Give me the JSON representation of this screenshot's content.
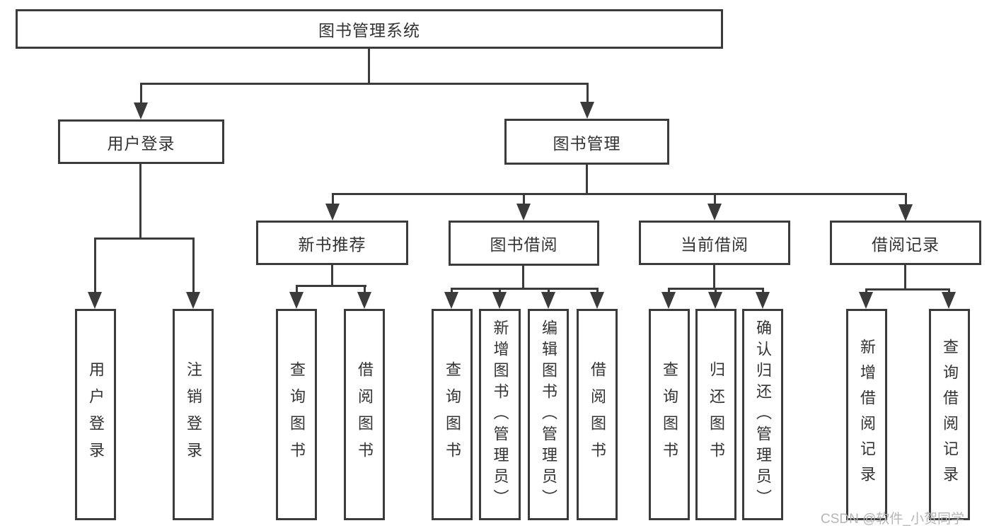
{
  "diagram": {
    "root": {
      "label": "图书管理系统"
    },
    "level2": [
      {
        "label": "用户登录"
      },
      {
        "label": "图书管理"
      }
    ],
    "level3": [
      {
        "label": "新书推荐"
      },
      {
        "label": "图书借阅"
      },
      {
        "label": "当前借阅"
      },
      {
        "label": "借阅记录"
      }
    ],
    "leaves": [
      {
        "label": "用户登录"
      },
      {
        "label": "注销登录"
      },
      {
        "label": "查询图书"
      },
      {
        "label": "借阅图书"
      },
      {
        "label": "查询图书"
      },
      {
        "label": "新增图书（管理员）"
      },
      {
        "label": "编辑图书（管理员）"
      },
      {
        "label": "借阅图书"
      },
      {
        "label": "查询图书"
      },
      {
        "label": "归还图书"
      },
      {
        "label": "确认归还（管理员）"
      },
      {
        "label": "新增借阅记录"
      },
      {
        "label": "查询借阅记录"
      }
    ]
  },
  "watermark": {
    "text": "CSDN @软件_小贺同学"
  },
  "colors": {
    "line": "#3b3b3b",
    "text": "#333333",
    "watermark": "#b5b5b5",
    "background": "#ffffff"
  }
}
